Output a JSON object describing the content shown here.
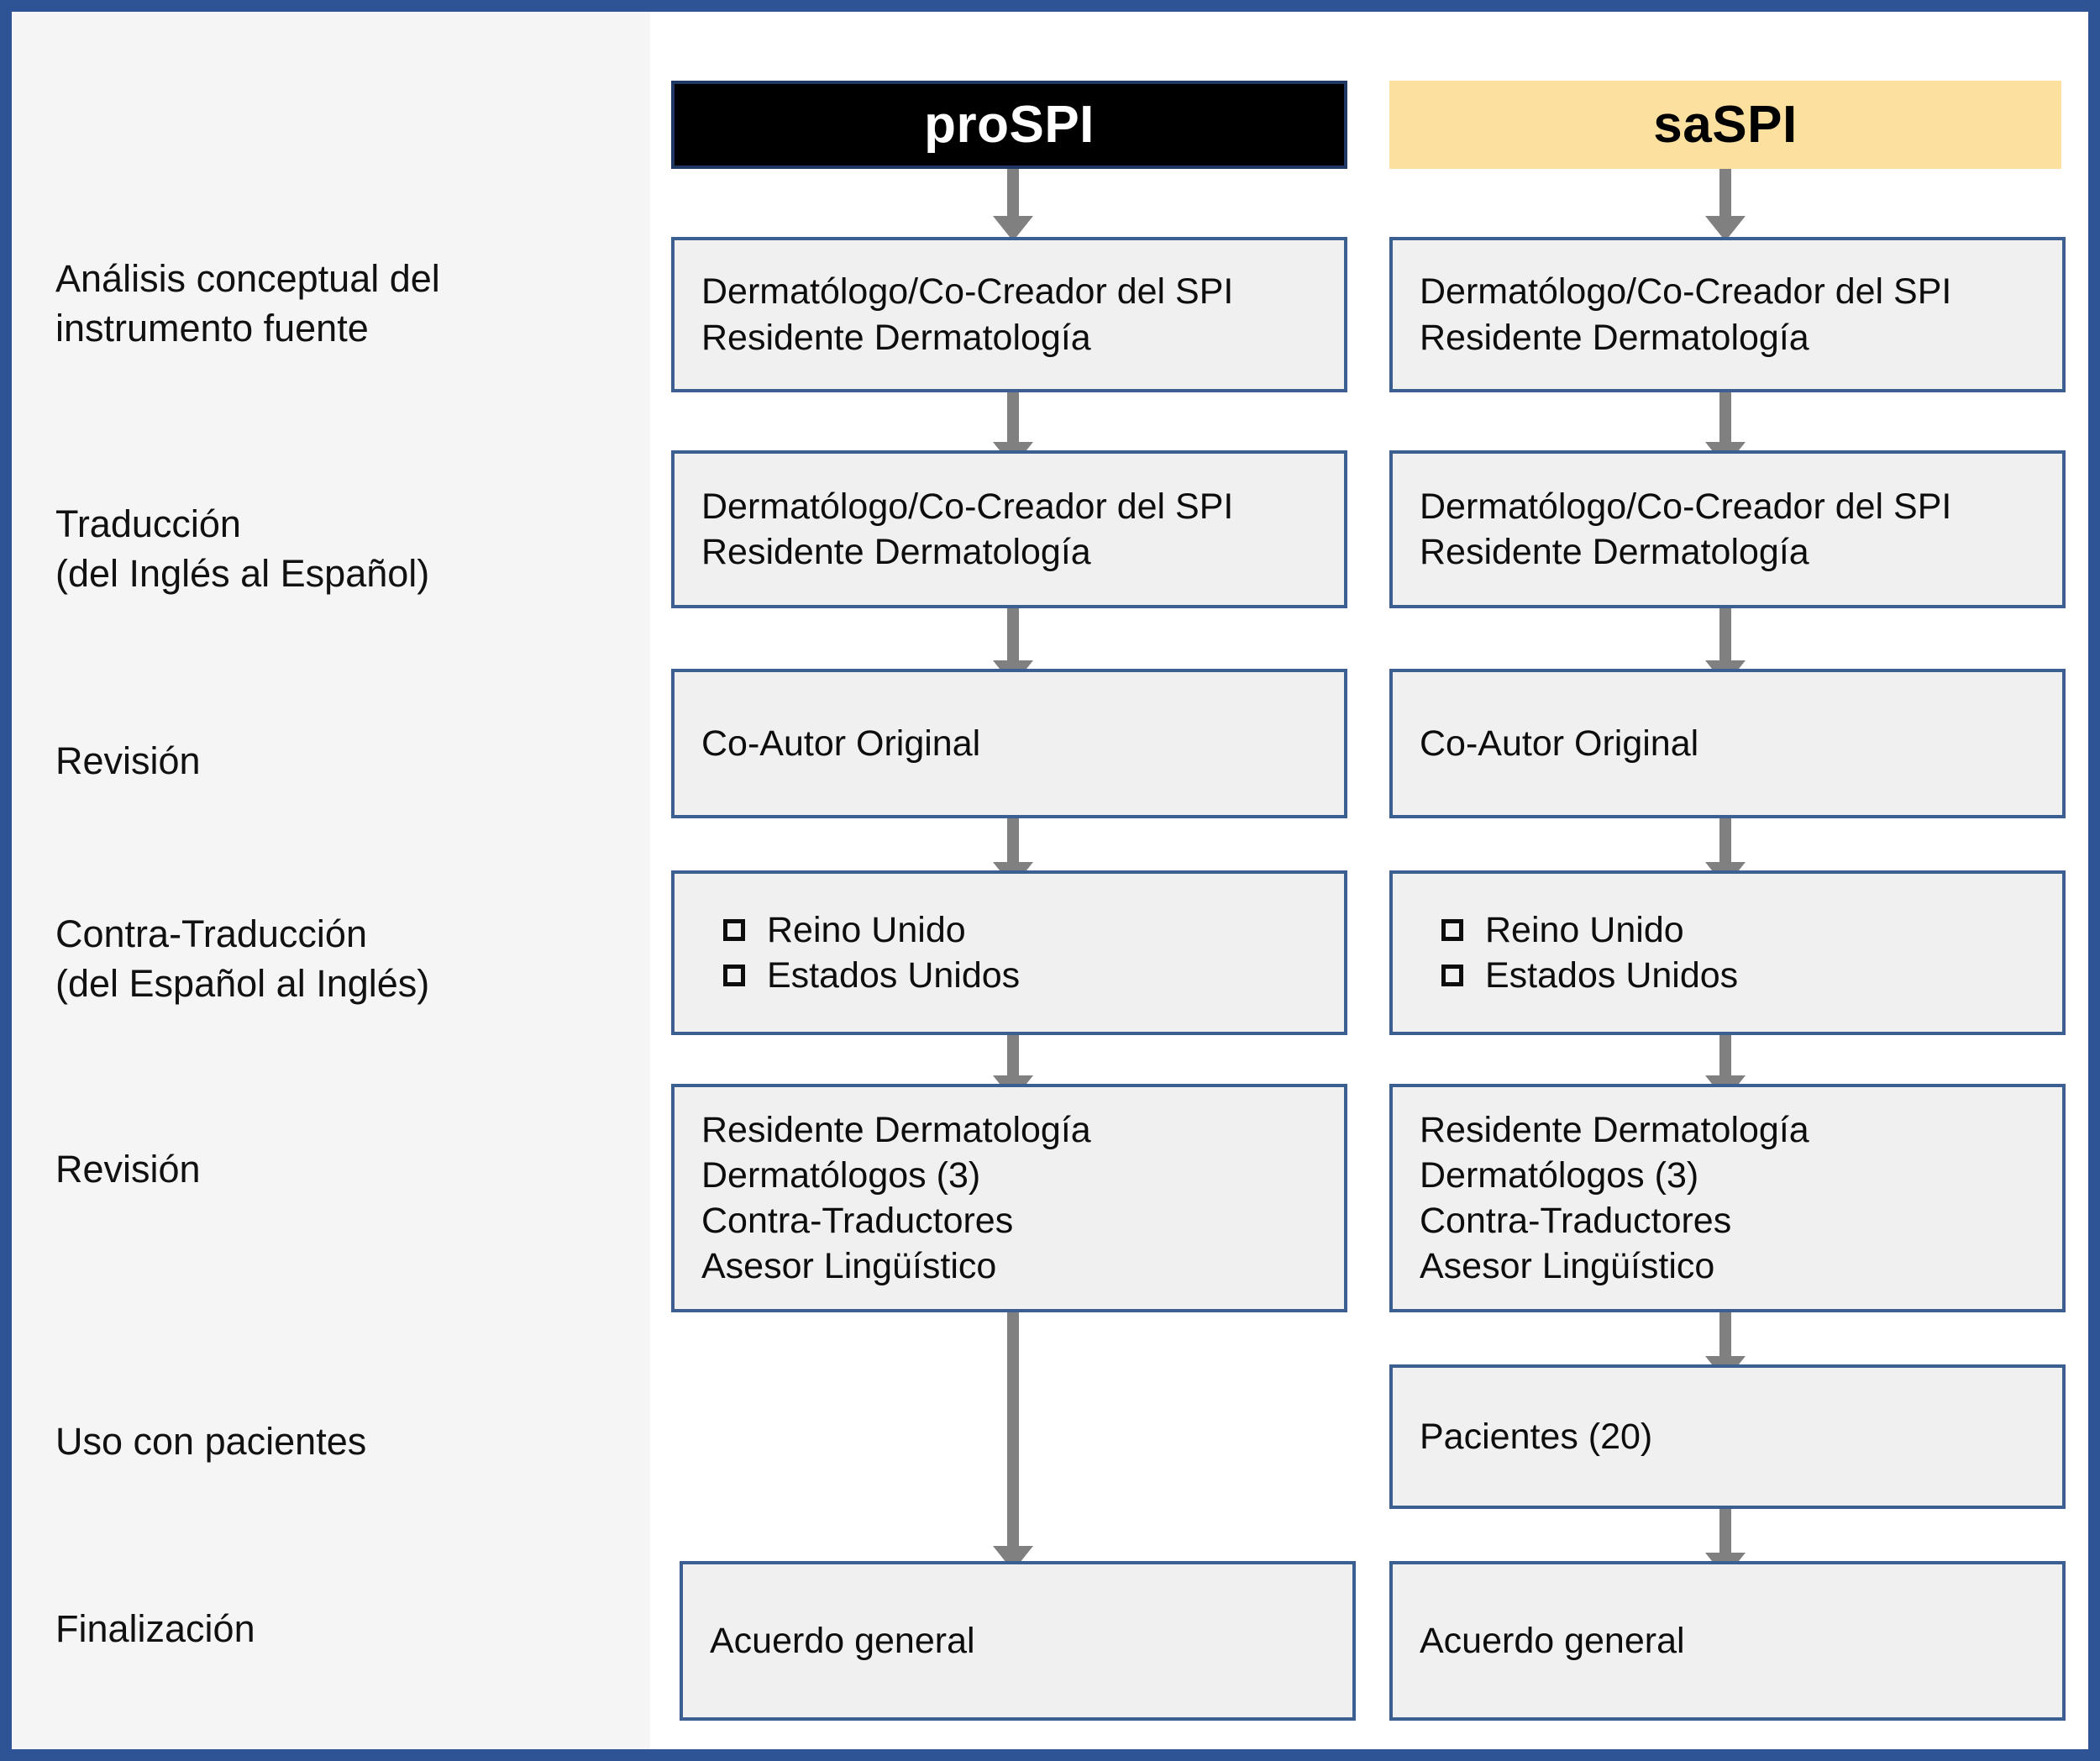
{
  "figure": {
    "border_color": "#2f5496",
    "background": "#ffffff"
  },
  "columns": [
    {
      "id": "proSPI",
      "label": "proSPI",
      "header_bg": "#000000",
      "header_fg": "#ffffff"
    },
    {
      "id": "saSPI",
      "label": "saSPI",
      "header_bg": "#fbe0a0",
      "header_fg": "#000000"
    }
  ],
  "stage_labels": [
    "Análisis conceptual  del\ninstrumento  fuente",
    "Traducción\n(del Inglés al Español)",
    "Revisión",
    "Contra-Traducción\n(del Español al Inglés)",
    "Revisión",
    " Uso con pacientes",
    "Finalización"
  ],
  "nodes": {
    "pro": [
      {
        "stage": "Análisis conceptual del instrumento fuente",
        "lines": [
          "Dermatólogo/Co-Creador del SPI",
          "Residente Dermatología"
        ],
        "checkbox": false
      },
      {
        "stage": "Traducción (del Inglés al Español)",
        "lines": [
          "Dermatólogo/Co-Creador del SPI",
          "Residente Dermatología"
        ],
        "checkbox": false
      },
      {
        "stage": "Revisión",
        "lines": [
          "Co-Autor Original"
        ],
        "checkbox": false
      },
      {
        "stage": "Contra-Traducción (del Español al Inglés)",
        "lines": [
          "Reino Unido",
          "Estados Unidos"
        ],
        "checkbox": true
      },
      {
        "stage": "Revisión",
        "lines": [
          "Residente Dermatología",
          "Dermatólogos (3)",
          "Contra-Traductores",
          "Asesor Lingüístico"
        ],
        "checkbox": false
      },
      {
        "stage": "Finalización",
        "lines": [
          "Acuerdo general"
        ],
        "checkbox": false
      }
    ],
    "sa": [
      {
        "stage": "Análisis conceptual del instrumento fuente",
        "lines": [
          "Dermatólogo/Co-Creador del SPI",
          "Residente Dermatología"
        ],
        "checkbox": false
      },
      {
        "stage": "Traducción (del Inglés al Español)",
        "lines": [
          "Dermatólogo/Co-Creador del SPI",
          "Residente Dermatología"
        ],
        "checkbox": false
      },
      {
        "stage": "Revisión",
        "lines": [
          "Co-Autor Original"
        ],
        "checkbox": false
      },
      {
        "stage": "Contra-Traducción (del Español al Inglés)",
        "lines": [
          "Reino Unido",
          "Estados Unidos"
        ],
        "checkbox": true
      },
      {
        "stage": "Revisión",
        "lines": [
          "Residente Dermatología",
          "Dermatólogos (3)",
          "Contra-Traductores",
          "Asesor Lingüístico"
        ],
        "checkbox": false
      },
      {
        "stage": "Uso con pacientes",
        "lines": [
          "Pacientes (20)"
        ],
        "checkbox": false
      },
      {
        "stage": "Finalización",
        "lines": [
          "Acuerdo general"
        ],
        "checkbox": false
      }
    ]
  },
  "text": {
    "pro_r1_l1": "Dermatólogo/Co-Creador del SPI",
    "pro_r1_l2": "Residente Dermatología",
    "pro_r2_l1": "Dermatólogo/Co-Creador del SPI",
    "pro_r2_l2": "Residente Dermatología",
    "pro_r3_l1": "Co-Autor Original",
    "pro_r4_l1": "Reino Unido",
    "pro_r4_l2": "Estados Unidos",
    "pro_r5_l1": "Residente Dermatología",
    "pro_r5_l2": "Dermatólogos (3)",
    "pro_r5_l3": "Contra-Traductores",
    "pro_r5_l4": "Asesor Lingüístico",
    "pro_r7_l1": "Acuerdo general",
    "sa_r1_l1": "Dermatólogo/Co-Creador del SPI",
    "sa_r1_l2": "Residente Dermatología",
    "sa_r2_l1": "Dermatólogo/Co-Creador del SPI",
    "sa_r2_l2": "Residente Dermatología",
    "sa_r3_l1": "Co-Autor Original",
    "sa_r4_l1": "Reino Unido",
    "sa_r4_l2": "Estados Unidos",
    "sa_r5_l1": "Residente Dermatología",
    "sa_r5_l2": "Dermatólogos (3)",
    "sa_r5_l3": "Contra-Traductores",
    "sa_r5_l4": "Asesor Lingüístico",
    "sa_r6_l1": "Pacientes (20)",
    "sa_r7_l1": "Acuerdo general",
    "label_1": "Análisis conceptual  del\ninstrumento  fuente",
    "label_2": "Traducción\n(del Inglés al Español)",
    "label_3": "Revisión",
    "label_4": "Contra-Traducción\n(del Español al Inglés)",
    "label_5": "Revisión",
    "label_6": " Uso con pacientes",
    "label_7": "Finalización",
    "header_pro": "proSPI",
    "header_sa": "saSPI"
  },
  "colors": {
    "frame": "#2f5496",
    "node_fill": "#f0f0f0",
    "node_border": "#3c5f91",
    "arrow": "#808080",
    "pro_header": "#000000",
    "sa_header": "#fbe0a0",
    "left_panel": "#f5f5f5"
  }
}
